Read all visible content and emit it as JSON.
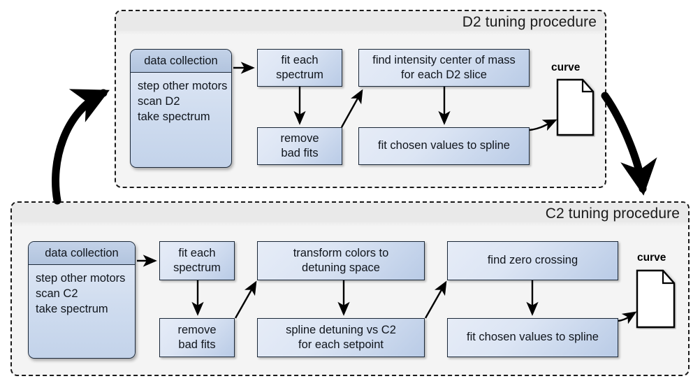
{
  "figure": {
    "panels": [
      {
        "id": "d2",
        "title": "D2 tuning procedure",
        "data_collection": {
          "header": "data collection",
          "steps": [
            "step other motors",
            "scan D2",
            "take spectrum"
          ]
        },
        "steps": [
          {
            "id": "fit-each-spectrum",
            "label": "fit each\nspectrum"
          },
          {
            "id": "remove-bad-fits",
            "label": "remove\nbad fits"
          },
          {
            "id": "find-intensity-center-of-mass",
            "label": "find intensity center of mass\nfor each D2 slice"
          },
          {
            "id": "fit-chosen-values-to-spline",
            "label": "fit chosen values to spline"
          }
        ],
        "output": {
          "label": "curve",
          "icon": "document-icon"
        }
      },
      {
        "id": "c2",
        "title": "C2 tuning procedure",
        "data_collection": {
          "header": "data collection",
          "steps": [
            "step other motors",
            "scan C2",
            "take spectrum"
          ]
        },
        "steps": [
          {
            "id": "fit-each-spectrum",
            "label": "fit each\nspectrum"
          },
          {
            "id": "remove-bad-fits",
            "label": "remove\nbad fits"
          },
          {
            "id": "transform-colors-to-detuning-space",
            "label": "transform colors to\ndetuning space"
          },
          {
            "id": "spline-detuning-vs-c2",
            "label": "spline detuning vs C2\nfor each setpoint"
          },
          {
            "id": "find-zero-crossing",
            "label": "find zero crossing"
          },
          {
            "id": "fit-chosen-values-to-spline",
            "label": "fit chosen values to spline"
          }
        ],
        "output": {
          "label": "curve",
          "icon": "document-icon"
        }
      }
    ],
    "colors": {
      "box_fill_light": "#e6ecf7",
      "box_fill_dark": "#b9cbe6",
      "box_stroke": "#1b2838",
      "panel_fill": "#f4f4f4",
      "panel_band": "#e9e9e9",
      "panel_stroke": "#1a1a1a",
      "arrow": "#000000"
    }
  }
}
